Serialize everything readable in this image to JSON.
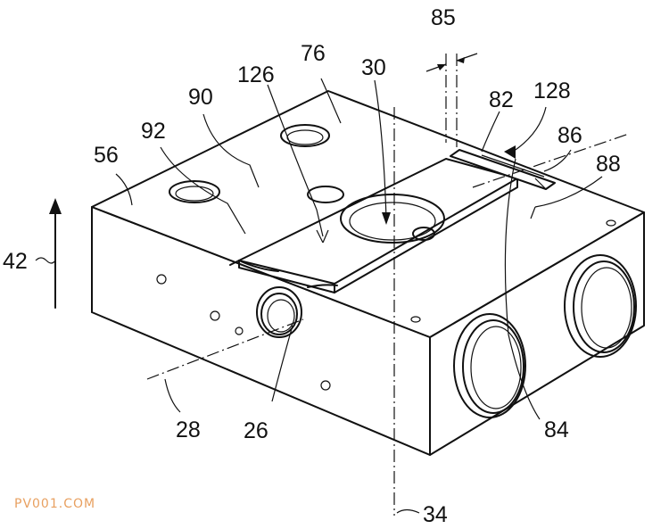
{
  "labels": {
    "l85": "85",
    "l76": "76",
    "l30": "30",
    "l126": "126",
    "l90": "90",
    "l92": "92",
    "l56": "56",
    "l82": "82",
    "l128": "128",
    "l86": "86",
    "l88": "88",
    "l42": "42",
    "l28": "28",
    "l26": "26",
    "l84": "84",
    "l34": "34"
  },
  "watermark": "PV001.COM"
}
